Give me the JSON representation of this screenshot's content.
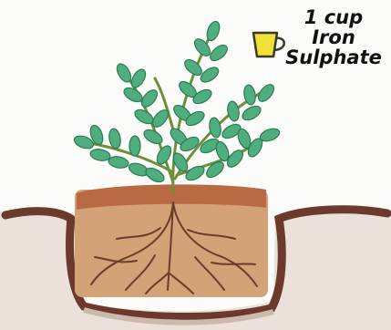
{
  "caption": {
    "line1": "1 cup",
    "line2": "Iron",
    "line3": "Sulphate"
  },
  "colors": {
    "leaf": "#4fae7f",
    "leaf_outline": "#2d7a52",
    "stem": "#6f8d3a",
    "soil": "#cf9a6d",
    "soil_top": "#b96a42",
    "hole_edge": "#6b3a2c",
    "root": "#6a3d2a",
    "cup": "#f2e03a",
    "ground": "#e9ddd6"
  },
  "icons": [
    "cup-icon",
    "plant-illustration",
    "root-ball",
    "planting-hole"
  ]
}
